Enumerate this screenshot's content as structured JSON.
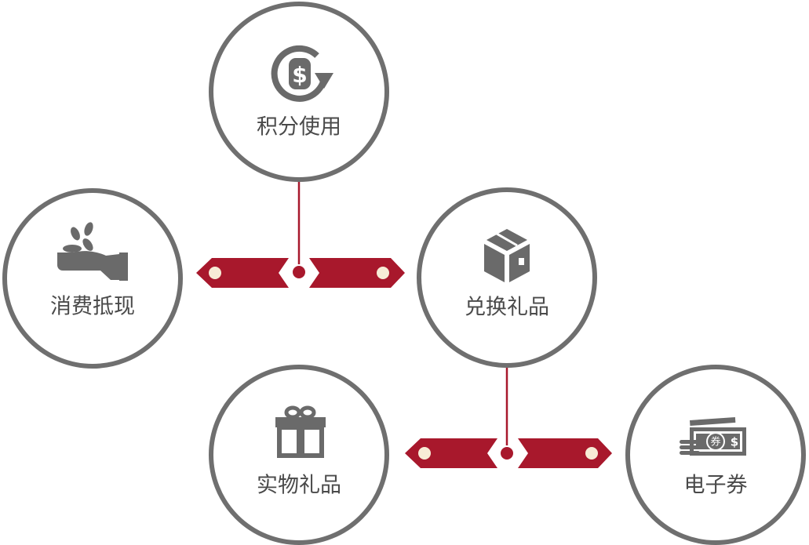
{
  "colors": {
    "accent": "#a8182c",
    "circle_stroke": "#6f6f6f",
    "label": "#4a4a4a",
    "dot": "#f7ecd6"
  },
  "nodes": [
    {
      "id": "points-usage",
      "label": "积分使用",
      "icon": "dollar-cycle-icon"
    },
    {
      "id": "cash-offset",
      "label": "消费抵现",
      "icon": "hand-coins-icon"
    },
    {
      "id": "gift-exchange",
      "label": "兑换礼品",
      "icon": "package-box-icon"
    },
    {
      "id": "physical-gift",
      "label": "实物礼品",
      "icon": "gift-box-icon"
    },
    {
      "id": "e-voucher",
      "label": "电子券",
      "icon": "voucher-icon"
    }
  ],
  "voucher_icon_text": "券"
}
